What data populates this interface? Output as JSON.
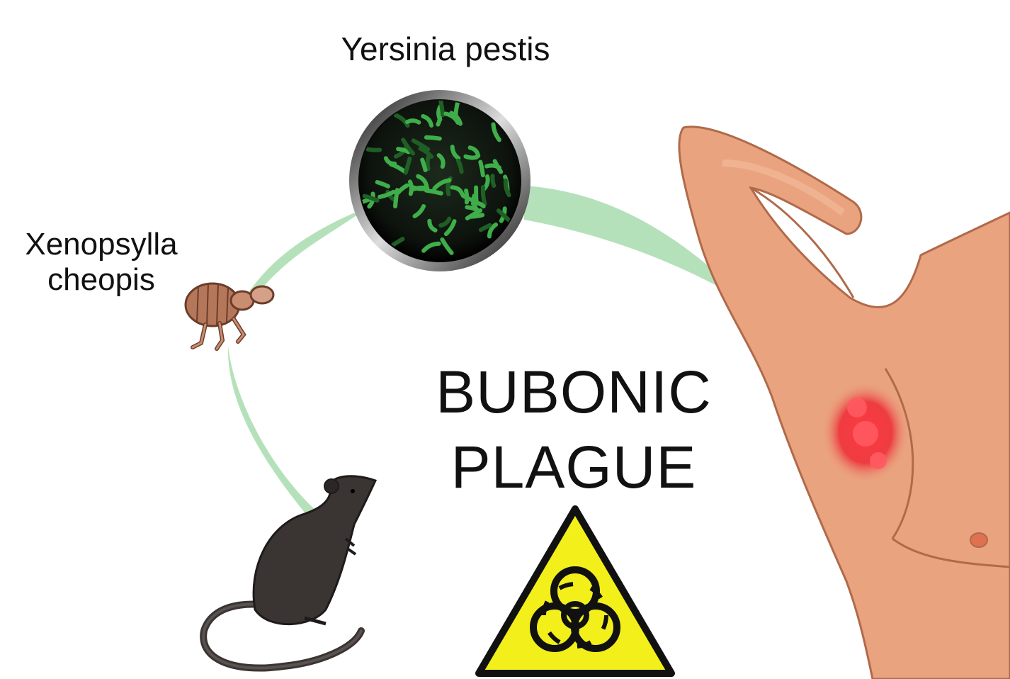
{
  "labels": {
    "pathogen": "Yersinia pestis",
    "vector_line1": "Xenopsylla",
    "vector_line2": "cheopis",
    "title_line1": "BUBONIC",
    "title_line2": "PLAGUE"
  },
  "icons": {
    "bacteria": "bacteria-microscope-icon",
    "flea": "flea-icon",
    "rat": "rat-icon",
    "biohazard": "biohazard-warning-icon",
    "human": "human-armpit-bubo-illustration"
  },
  "colors": {
    "transmission_arc": "#8fd19a",
    "bacteria": "#3fae4a",
    "skin": "#eaa37f",
    "bubo": "#e8202a",
    "warning_yellow": "#f2ef1a",
    "rat": "#3a3433",
    "flea": "#b5775a"
  }
}
